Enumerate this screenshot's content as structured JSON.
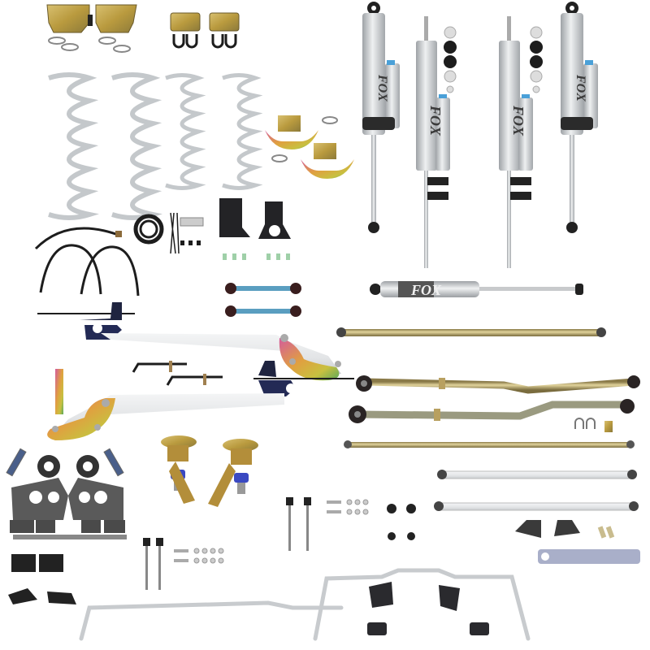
{
  "scene": {
    "description": "Suspension lift kit components laid out on white background",
    "background": "#ffffff"
  },
  "branding": {
    "shock_logo": "FOX",
    "steering_stabilizer_logo": "FOX"
  },
  "colors": {
    "shock_body": "#c9ccd0",
    "shock_dark": "#2b2b2b",
    "spring": "#c4c8cb",
    "zinc_gold": "#c9a84a",
    "iridescent_pink": "#d0689a",
    "iridescent_green": "#6cab5a",
    "black_bracket": "#2a2a2e",
    "aluminum_arm": "#e6e8ea",
    "blue_bushing": "#3a49c2",
    "drop_plate": "#a9afc9"
  },
  "components": [
    {
      "id": "front-brackets",
      "count": 2
    },
    {
      "id": "u-bolt-brackets",
      "count": 2
    },
    {
      "id": "coil-springs",
      "count": 4
    },
    {
      "id": "spring-seats",
      "count": 2
    },
    {
      "id": "fox-reservoir-shocks",
      "count": 4
    },
    {
      "id": "brake-lines",
      "count": 3
    },
    {
      "id": "vent-hose-kit",
      "count": 1
    },
    {
      "id": "bump-stop-brackets",
      "count": 2
    },
    {
      "id": "adjustable-links",
      "count": 2
    },
    {
      "id": "fox-steering-stabilizer",
      "count": 1
    },
    {
      "id": "tie-rod",
      "count": 1
    },
    {
      "id": "long-arms",
      "count": 2
    },
    {
      "id": "track-bars",
      "count": 2
    },
    {
      "id": "drag-link",
      "count": 1
    },
    {
      "id": "lower-control-arms",
      "count": 2
    },
    {
      "id": "skid-brackets",
      "count": 1
    },
    {
      "id": "coil-over-mounts",
      "count": 2
    },
    {
      "id": "sway-bars",
      "count": 2
    },
    {
      "id": "sway-bar-links",
      "count": 4
    },
    {
      "id": "drop-plate",
      "count": 1
    }
  ]
}
